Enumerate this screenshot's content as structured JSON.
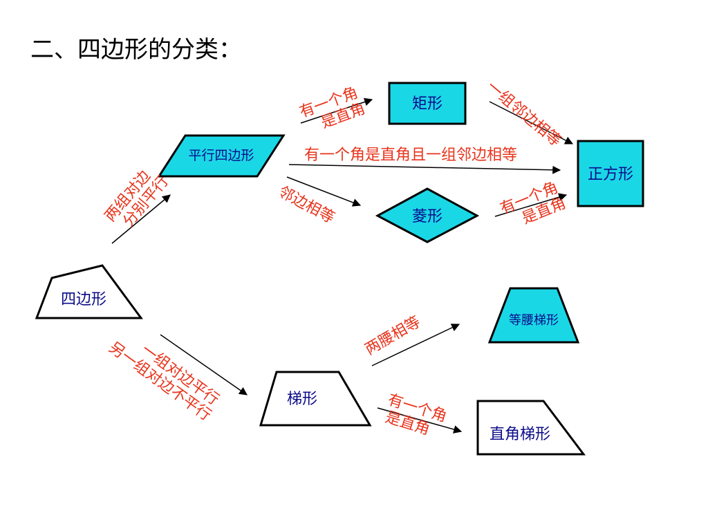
{
  "title": "二、四边形的分类：",
  "shapes": {
    "quadrilateral": "四边形",
    "parallelogram": "平行四边形",
    "rectangle": "矩形",
    "rhombus": "菱形",
    "square": "正方形",
    "trapezoid": "梯形",
    "isosceles_trapezoid": "等腰梯形",
    "right_trapezoid": "直角梯形"
  },
  "conditions": {
    "to_parallelogram": [
      "两组对边",
      "分别平行"
    ],
    "to_trapezoid": [
      "一组对边平行",
      "另一组对边不平行"
    ],
    "para_to_rectangle": [
      "有一个角",
      "是直角"
    ],
    "para_to_square": "有一个角是直角且一组邻边相等",
    "para_to_rhombus": "邻边相等",
    "rect_to_square": "一组邻边相等",
    "rhombus_to_square": [
      "有一个角",
      "是直角"
    ],
    "trap_to_isosceles": "两腰相等",
    "trap_to_right": [
      "有一个角",
      "是直角"
    ]
  },
  "colors": {
    "fill_special": "#1ad7e6",
    "fill_plain": "#ffffff",
    "stroke": "#000000",
    "shape_text": "#0b0b8a",
    "condition_text": "#e8341c"
  }
}
